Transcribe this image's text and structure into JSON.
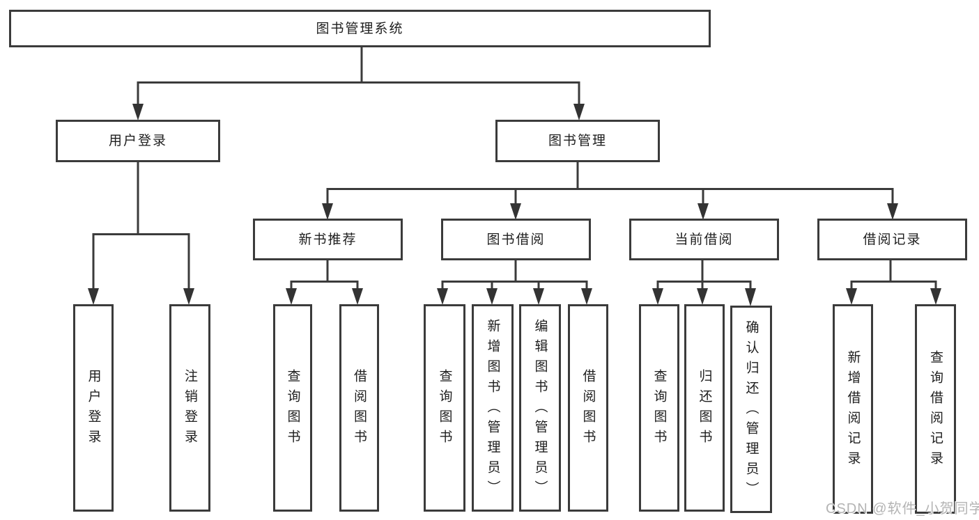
{
  "diagram": {
    "watermark": "CSDN @软件_小贺同学",
    "colors": {
      "line": "#3b3b3b",
      "box_border": "#3b3b3b",
      "text": "#1e1e1e",
      "background": "#ffffff",
      "watermark": "#b4b4b4"
    },
    "nodes": {
      "root": {
        "label": "图书管理系统"
      },
      "user_login": {
        "label": "用户登录"
      },
      "book_mgmt": {
        "label": "图书管理"
      },
      "new_book_rec": {
        "label": "新书推荐"
      },
      "book_borrow": {
        "label": "图书借阅"
      },
      "current_borrow": {
        "label": "当前借阅"
      },
      "borrow_records": {
        "label": "借阅记录"
      },
      "leaf_user_login": {
        "label": "用户登录"
      },
      "leaf_logout": {
        "label": "注销登录"
      },
      "leaf_nb_query": {
        "label": "查询图书"
      },
      "leaf_nb_borrow": {
        "label": "借阅图书"
      },
      "leaf_bb_query": {
        "label": "查询图书"
      },
      "leaf_bb_add": {
        "label": "新增图书（管理员）"
      },
      "leaf_bb_edit": {
        "label": "编辑图书（管理员）"
      },
      "leaf_bb_borrow": {
        "label": "借阅图书"
      },
      "leaf_cb_query": {
        "label": "查询图书"
      },
      "leaf_cb_return": {
        "label": "归还图书"
      },
      "leaf_cb_confirm": {
        "label": "确认归还（管理员）"
      },
      "leaf_br_add": {
        "label": "新增借阅记录"
      },
      "leaf_br_query": {
        "label": "查询借阅记录"
      }
    },
    "edges": [
      {
        "from": "root",
        "to": "user_login"
      },
      {
        "from": "root",
        "to": "book_mgmt"
      },
      {
        "from": "user_login",
        "to": "leaf_user_login"
      },
      {
        "from": "user_login",
        "to": "leaf_logout"
      },
      {
        "from": "book_mgmt",
        "to": "new_book_rec"
      },
      {
        "from": "book_mgmt",
        "to": "book_borrow"
      },
      {
        "from": "book_mgmt",
        "to": "current_borrow"
      },
      {
        "from": "book_mgmt",
        "to": "borrow_records"
      },
      {
        "from": "new_book_rec",
        "to": "leaf_nb_query"
      },
      {
        "from": "new_book_rec",
        "to": "leaf_nb_borrow"
      },
      {
        "from": "book_borrow",
        "to": "leaf_bb_query"
      },
      {
        "from": "book_borrow",
        "to": "leaf_bb_add"
      },
      {
        "from": "book_borrow",
        "to": "leaf_bb_edit"
      },
      {
        "from": "book_borrow",
        "to": "leaf_bb_borrow"
      },
      {
        "from": "current_borrow",
        "to": "leaf_cb_query"
      },
      {
        "from": "current_borrow",
        "to": "leaf_cb_return"
      },
      {
        "from": "current_borrow",
        "to": "leaf_cb_confirm"
      },
      {
        "from": "borrow_records",
        "to": "leaf_br_add"
      },
      {
        "from": "borrow_records",
        "to": "leaf_br_query"
      }
    ]
  }
}
